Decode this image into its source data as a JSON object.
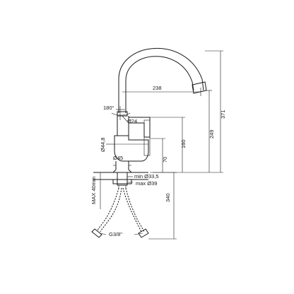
{
  "dimensions": {
    "spout_reach": "238",
    "rotation": "180°",
    "outlet_diameter": "Ø24",
    "body_diameter": "Ø44,8",
    "base_diameter": "Ø45",
    "body_height": "160",
    "base_height": "70",
    "spout_clearance": "249",
    "total_height": "371",
    "min_hole": "min Ø33,5",
    "max_hole": "max Ø39",
    "max_deck": "MAX 40mm",
    "hose_length": "340",
    "connection": "G3/8\""
  }
}
